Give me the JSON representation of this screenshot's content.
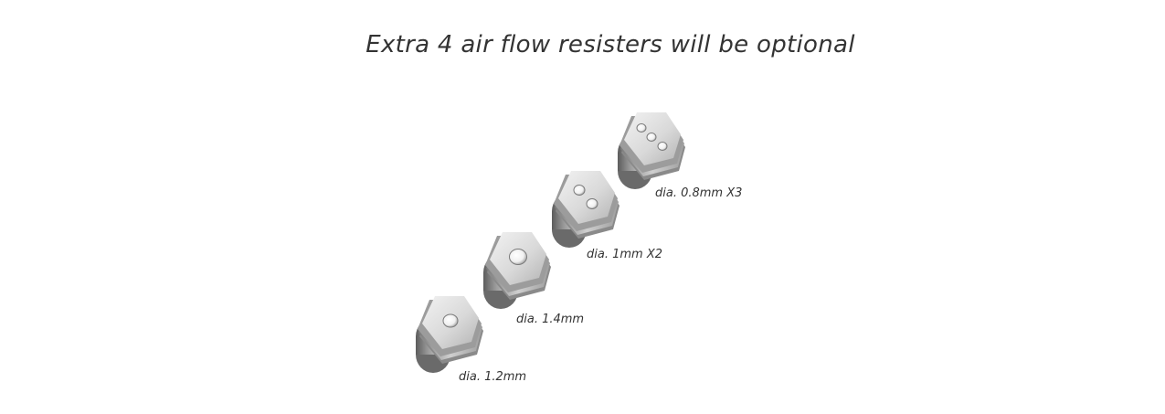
{
  "title": "Extra 4 air flow resisters will be optional",
  "resistors": [
    {
      "label": "dia. 1.2mm",
      "holes": 1,
      "icon": "air-flow-resistor-icon"
    },
    {
      "label": "dia. 1.4mm",
      "holes": 1,
      "icon": "air-flow-resistor-icon"
    },
    {
      "label": "dia. 1mm X2",
      "holes": 2,
      "icon": "air-flow-resistor-icon"
    },
    {
      "label": "dia. 0.8mm X3",
      "holes": 3,
      "icon": "air-flow-resistor-icon"
    }
  ],
  "colors": {
    "background": "#ffffff",
    "text": "#333333",
    "metal_light": "#e6e6e6",
    "metal_mid": "#b5b5b5",
    "metal_dark": "#6f6f6f"
  }
}
